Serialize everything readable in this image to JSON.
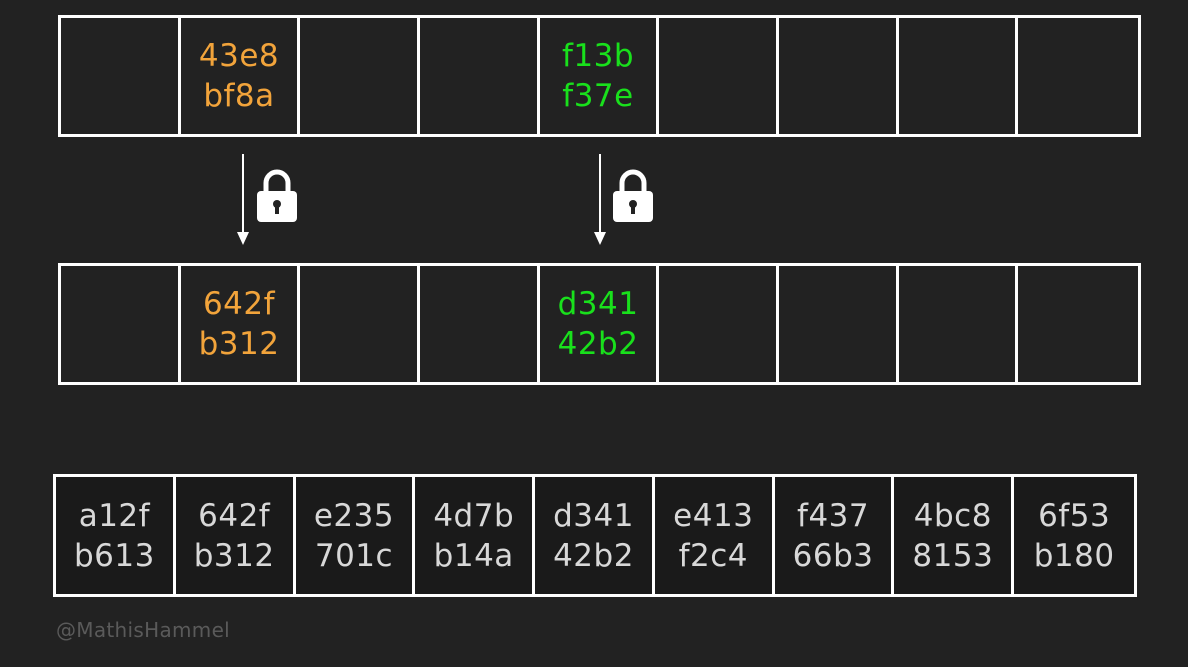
{
  "colors": {
    "background": "#222222",
    "border": "#ffffff",
    "orange": "#f2a43b",
    "green": "#19e01c",
    "gray_text": "#d8d8d8",
    "handle": "#5a5a5a"
  },
  "top_row": [
    {
      "line1": "",
      "line2": "",
      "color": ""
    },
    {
      "line1": "43e8",
      "line2": "bf8a",
      "color": "orange"
    },
    {
      "line1": "",
      "line2": "",
      "color": ""
    },
    {
      "line1": "",
      "line2": "",
      "color": ""
    },
    {
      "line1": "f13b",
      "line2": "f37e",
      "color": "green"
    },
    {
      "line1": "",
      "line2": "",
      "color": ""
    },
    {
      "line1": "",
      "line2": "",
      "color": ""
    },
    {
      "line1": "",
      "line2": "",
      "color": ""
    },
    {
      "line1": "",
      "line2": "",
      "color": ""
    }
  ],
  "middle_row": [
    {
      "line1": "",
      "line2": "",
      "color": ""
    },
    {
      "line1": "642f",
      "line2": "b312",
      "color": "orange"
    },
    {
      "line1": "",
      "line2": "",
      "color": ""
    },
    {
      "line1": "",
      "line2": "",
      "color": ""
    },
    {
      "line1": "d341",
      "line2": "42b2",
      "color": "green"
    },
    {
      "line1": "",
      "line2": "",
      "color": ""
    },
    {
      "line1": "",
      "line2": "",
      "color": ""
    },
    {
      "line1": "",
      "line2": "",
      "color": ""
    },
    {
      "line1": "",
      "line2": "",
      "color": ""
    }
  ],
  "bottom_row": [
    {
      "line1": "a12f",
      "line2": "b613"
    },
    {
      "line1": "642f",
      "line2": "b312"
    },
    {
      "line1": "e235",
      "line2": "701c"
    },
    {
      "line1": "4d7b",
      "line2": "b14a"
    },
    {
      "line1": "d341",
      "line2": "42b2"
    },
    {
      "line1": "e413",
      "line2": "f2c4"
    },
    {
      "line1": "f437",
      "line2": "66b3"
    },
    {
      "line1": "4bc8",
      "line2": "8153"
    },
    {
      "line1": "6f53",
      "line2": "b180"
    }
  ],
  "icons": [
    "arrow-down-icon",
    "lock-icon"
  ],
  "handle": "@MathisHammel"
}
